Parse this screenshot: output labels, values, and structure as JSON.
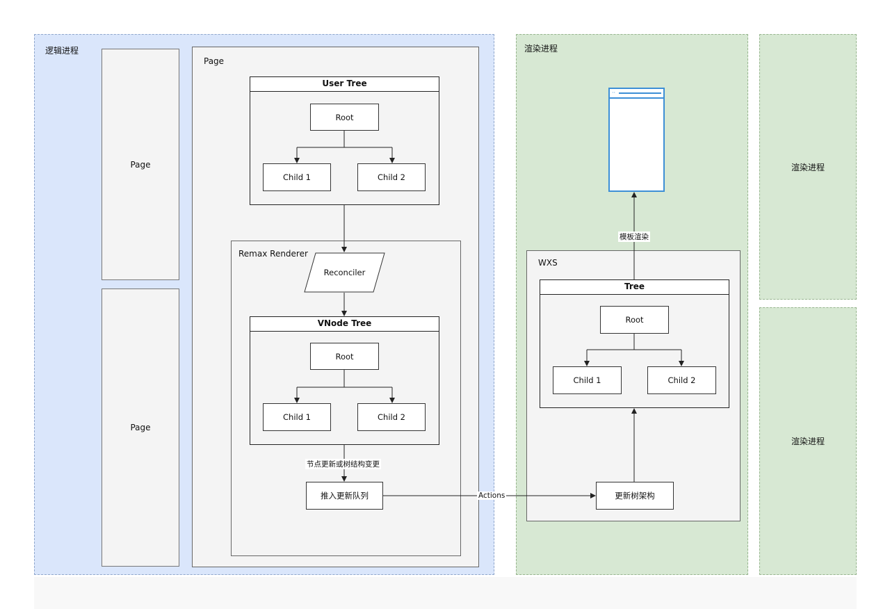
{
  "logic_region": {
    "label": "逻辑进程"
  },
  "render_region": {
    "label": "渲染进程"
  },
  "render_process_boxes": [
    "渲染进程",
    "渲染进程"
  ],
  "page_columns": [
    "Page",
    "Page"
  ],
  "page_container": {
    "label": "Page"
  },
  "user_tree": {
    "title": "User Tree",
    "root": "Root",
    "children": [
      "Child 1",
      "Child 2"
    ]
  },
  "remax_renderer": {
    "label": "Remax Renderer",
    "reconciler": "Reconciler",
    "vnode_tree": {
      "title": "VNode Tree",
      "root": "Root",
      "children": [
        "Child 1",
        "Child 2"
      ]
    },
    "edge_label": "节点更新或树结构变更",
    "queue": "推入更新队列"
  },
  "actions_label": "Actions",
  "wxs": {
    "label": "WXS",
    "tree": {
      "title": "Tree",
      "root": "Root",
      "children": [
        "Child 1",
        "Child 2"
      ]
    },
    "update": "更新树架构"
  },
  "template_render_label": "模板渲染",
  "colors": {
    "logic_bg": "#dae6fb",
    "render_bg": "#d7e8d3",
    "window_accent": "#3d8fd6"
  },
  "icons": [
    "browser-window-icon"
  ]
}
